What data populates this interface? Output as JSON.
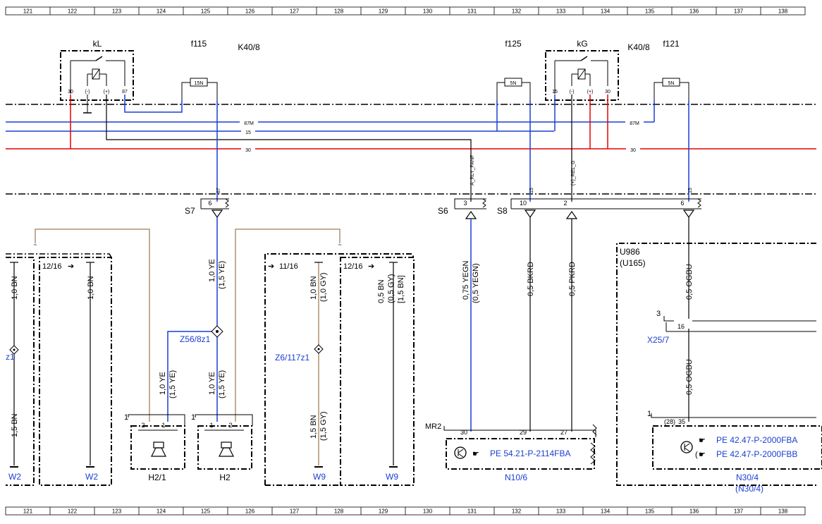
{
  "ruler": [
    "121",
    "122",
    "123",
    "124",
    "125",
    "126",
    "127",
    "128",
    "129",
    "130",
    "131",
    "132",
    "133",
    "134",
    "135",
    "136",
    "137",
    "138"
  ],
  "components": {
    "kL": "kL",
    "f115": "f115",
    "k40_left": "K40/8",
    "f125": "f125",
    "kG": "kG",
    "k40_right": "K40/8",
    "f121": "f121",
    "fuse_15n": "15N",
    "fuse_5n_a": "5N",
    "fuse_5n_b": "5N",
    "pins_kl": [
      "30",
      "(-)",
      "(+)",
      "87"
    ],
    "pins_kg": [
      "15",
      "(-)",
      "(+)",
      "30"
    ]
  },
  "bus": {
    "w87m": "87M",
    "w15": "15",
    "w30": "30"
  },
  "signals": {
    "rly_fan": "A_RLY_FANF",
    "rel_g": "(+)_REL_G",
    "pin87": "87",
    "pin15a": "15",
    "pin15b": "15"
  },
  "splices": {
    "s7": "S7",
    "s6": "S6",
    "s8": "S8",
    "s7_pin": "6",
    "s6_pin": "3",
    "s8_pin1": "10",
    "s8_pin2": "2",
    "s8_pin3": "6"
  },
  "wires": {
    "bn10a": "1,0 BN",
    "n1216a": "12/16",
    "bn10b": "1,0 BN",
    "ye10": "1,0 YE",
    "ye15": "(1,5 YE)",
    "ye10b": "1,0 YE",
    "ye15b": "(1,5 YE)",
    "ye10c": "1,0 YE",
    "ye15c": "(1,5 YE)",
    "n1116": "11/16",
    "bn10c": "1,0 BN",
    "gy10": "(1,0 GY)",
    "n1216b": "12/16",
    "bn05": "0,5 BN",
    "gy05": "(0,5 GY)",
    "bn15sq": "[1,5 BN]",
    "bn15a": "1,5 BN",
    "bn15b": "1,5 BN",
    "gy15": "(1,5 GY)",
    "yegn075": "0,75 YEGN",
    "yegn05": "(0,5 YEGN)",
    "bkrd": "0,5 BKRD",
    "pkrd": "0,5 PKRD",
    "ogbu1": "0,5 OGBU",
    "ogbu2": "0,5 OGBU"
  },
  "labels": {
    "z1": "z1",
    "z56": "Z56/8z1",
    "z6": "Z6/117z1",
    "u986": "U986",
    "u165": "(U165)",
    "x25": "X25/7",
    "x25_pin": "16",
    "x25_num": "3",
    "w2a": "W2",
    "w2b": "W2",
    "w9a": "W9",
    "w9b": "W9",
    "h21": "H2/1",
    "h2": "H2",
    "h21_num": "1",
    "h2_num": "1",
    "h21_pins": [
      "2",
      "1"
    ],
    "h2_pins": [
      "1",
      "2"
    ],
    "mr2": "MR2",
    "mr_pins": [
      "30",
      "29",
      "27"
    ],
    "n10": "N10/6",
    "n30": "N30/4",
    "n30b": "(N30/4)",
    "n30_num": "1",
    "n30_pin28": "(28)",
    "n30_pin35": "35",
    "pe1": "PE 54.21-P-2114FBA",
    "pe2": "PE 42.47-P-2000FBA",
    "pe3": "PE 42.47-P-2000FBB",
    "pe3_paren": "("
  },
  "colors": {
    "blue": "#1a3fd4",
    "red": "#e60000",
    "tan": "#b09070",
    "black": "#000000"
  }
}
